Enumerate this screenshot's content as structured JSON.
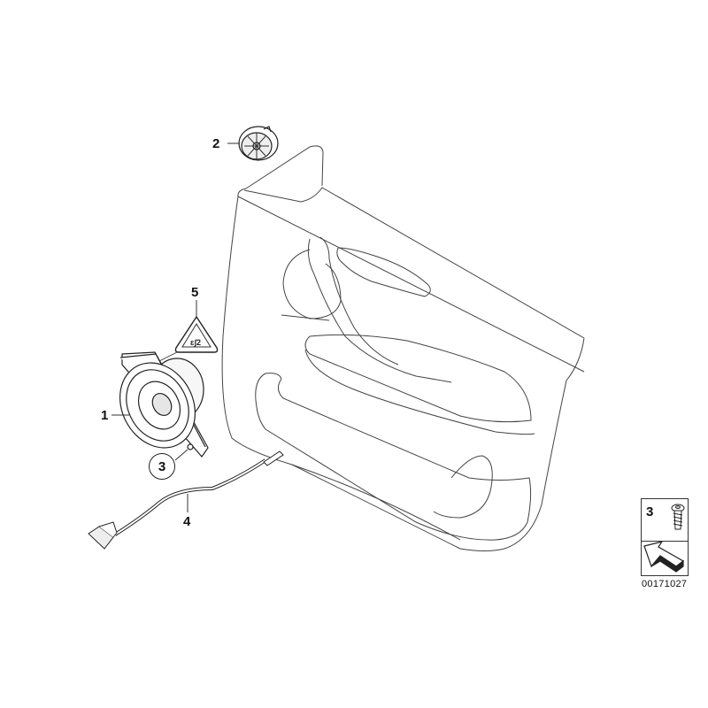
{
  "diagram": {
    "type": "exploded parts diagram",
    "subject": "Door trim panel with loudspeaker",
    "catalogue_number": "00171027",
    "callouts": [
      {
        "number": "1",
        "part": "loudspeaker",
        "circled": false
      },
      {
        "number": "2",
        "part": "tweeter",
        "circled": false
      },
      {
        "number": "3",
        "part": "screw",
        "circled": true
      },
      {
        "number": "4",
        "part": "cable / connector lead",
        "circled": false
      },
      {
        "number": "5",
        "part": "warning label triangle",
        "circled": false
      }
    ],
    "legend": {
      "item_number": "3",
      "item_icon": "screw-icon",
      "lower_icon": "direction-arrow-icon"
    },
    "colors": {
      "line": "#333333",
      "background": "#ffffff",
      "text": "#111111"
    }
  }
}
